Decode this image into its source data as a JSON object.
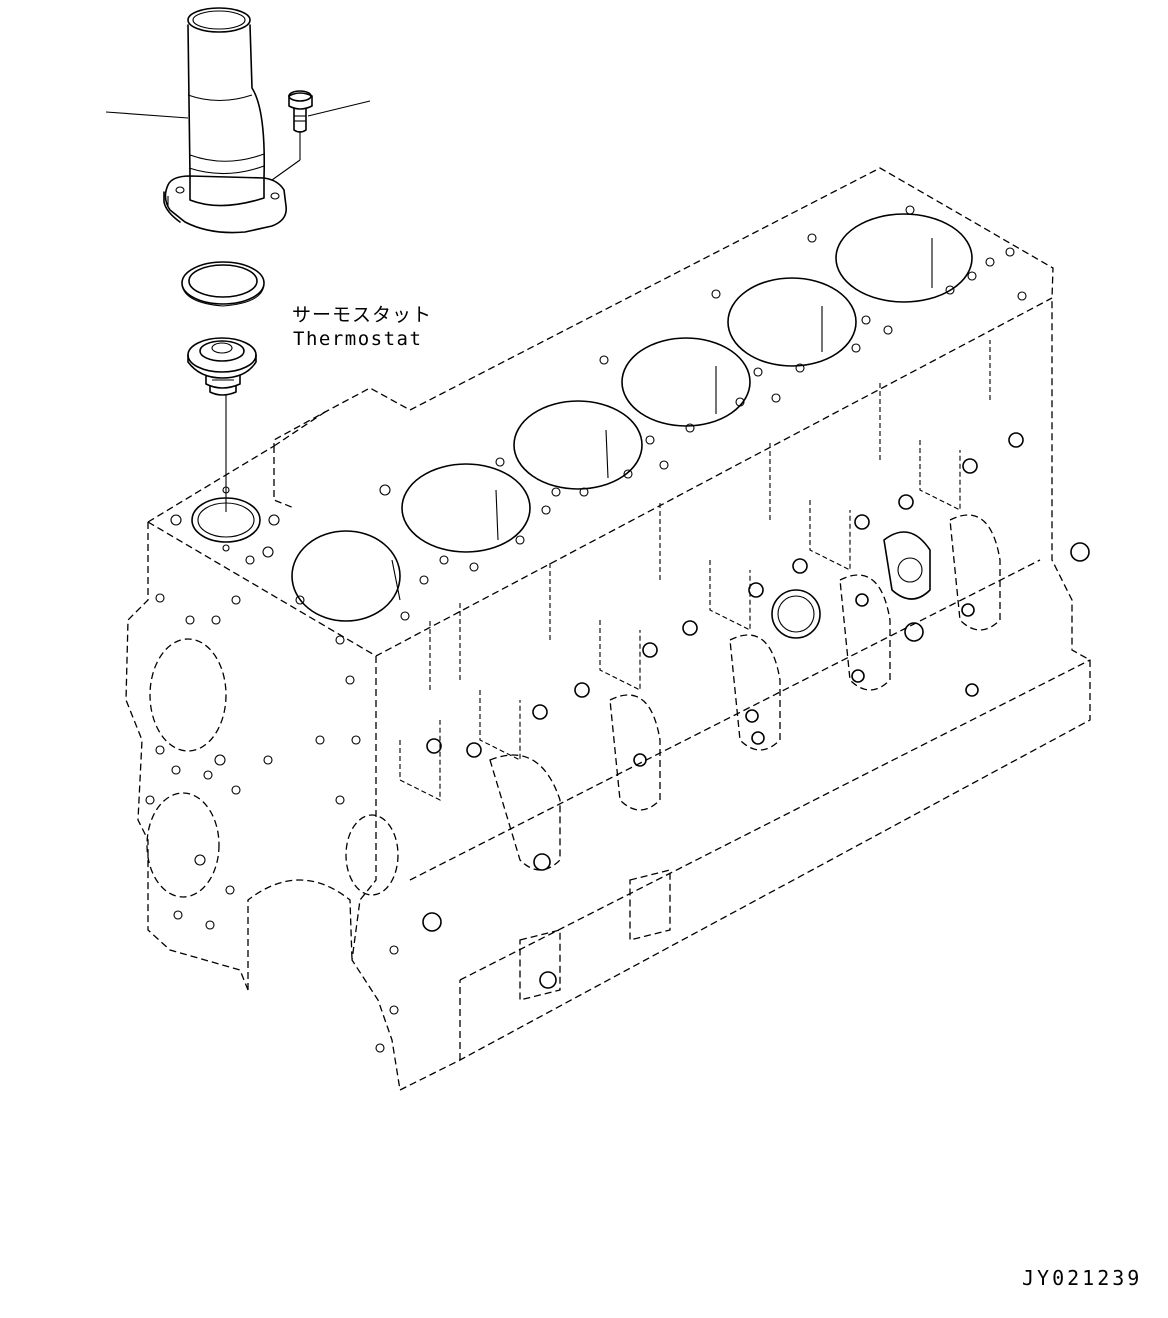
{
  "labels": {
    "thermostat_jp": "サーモスタット",
    "thermostat_en": "Thermostat"
  },
  "drawing_id": "JY021239",
  "icons": [
    "water-outlet-pipe",
    "bolt",
    "gasket-ring",
    "thermostat",
    "cylinder-block"
  ]
}
